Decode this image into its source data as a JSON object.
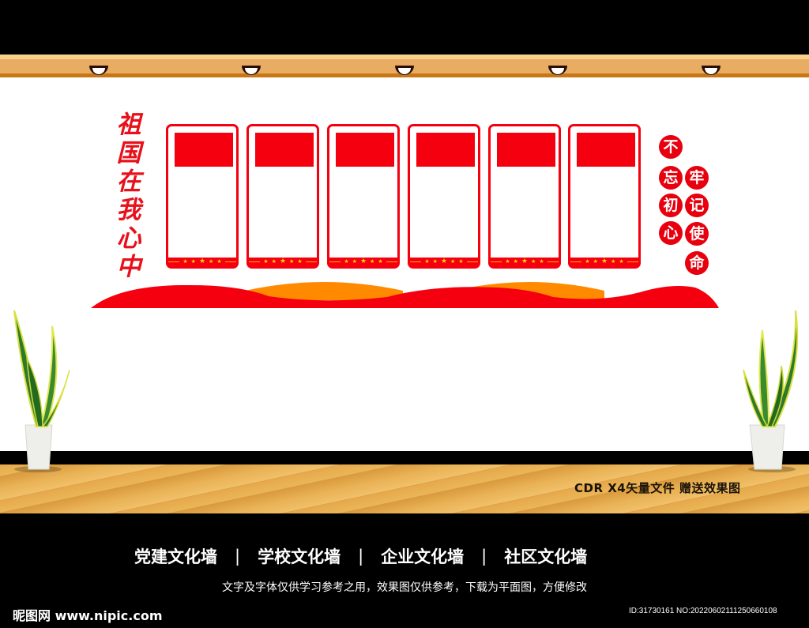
{
  "scene": {
    "colors": {
      "red": "#f5000e",
      "orange": "#ff8a00",
      "star_yellow": "#ffd400",
      "trim": "#e8ad63",
      "floor": "#e6a84a",
      "background": "#000000"
    },
    "lamps_count": 5,
    "panels_count": 6
  },
  "wall": {
    "vertical_title": [
      "祖",
      "国",
      "在",
      "我",
      "心",
      "中"
    ],
    "slogan_left_column": [
      "不",
      "忘",
      "初",
      "心"
    ],
    "slogan_right_column": [
      "牢",
      "记",
      "使",
      "命"
    ],
    "panels": [
      {
        "id": 1,
        "stars": "★ ★ ★ ★ ★"
      },
      {
        "id": 2,
        "stars": "★ ★ ★ ★ ★"
      },
      {
        "id": 3,
        "stars": "★ ★ ★ ★ ★"
      },
      {
        "id": 4,
        "stars": "★ ★ ★ ★ ★"
      },
      {
        "id": 5,
        "stars": "★ ★ ★ ★ ★"
      },
      {
        "id": 6,
        "stars": "★ ★ ★ ★ ★"
      }
    ]
  },
  "floor_caption": "CDR X4矢量文件  赠送效果图",
  "footer": {
    "categories": [
      "党建文化墙",
      "学校文化墙",
      "企业文化墙",
      "社区文化墙"
    ],
    "separator": "|",
    "note": "文字及字体仅供学习参考之用，效果图仅供参考，下载为平面图，方便修改",
    "brand": "昵图网 www.nipic.com",
    "id_line": "ID:31730161 NO:20220602111250660108"
  }
}
